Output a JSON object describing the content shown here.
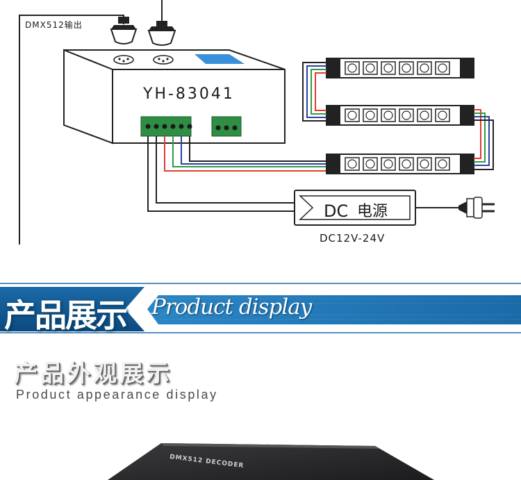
{
  "diagram": {
    "dmx_output_label": "DMX512输出",
    "model_label": "YH-83041",
    "power_label_dc": "DC",
    "power_label_cn": "电源",
    "voltage_label": "DC12V-24V",
    "wire_colors": {
      "red": "#e23a2e",
      "green": "#2f9a45",
      "blue": "#2b3ea3",
      "black": "#222222"
    },
    "terminal_color": "#2e8f44",
    "display_color": "#3a8fd9"
  },
  "banner": {
    "title_cn": "产品展示",
    "title_en": "Product display",
    "color_dark": "#0d4f86",
    "color_light": "#2c86c6"
  },
  "section": {
    "title_cn": "产品外观展示",
    "title_en": "Product appearance display"
  },
  "product": {
    "label": "DMX512  DECODER"
  }
}
